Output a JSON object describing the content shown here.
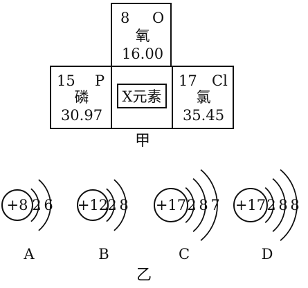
{
  "periodic_table": {
    "oxygen": {
      "number": "8",
      "symbol": "O",
      "name": "氧",
      "mass": "16.00"
    },
    "phosphorus": {
      "number": "15",
      "symbol": "P",
      "name": "磷",
      "mass": "30.97"
    },
    "center": {
      "label": "X元素"
    },
    "chlorine": {
      "number": "17",
      "symbol": "Cl",
      "name": "氯",
      "mass": "35.45"
    },
    "caption": "甲"
  },
  "atoms": [
    {
      "letter": "A",
      "nucleus": "+8",
      "shells": [
        "2",
        "6"
      ]
    },
    {
      "letter": "B",
      "nucleus": "+12",
      "shells": [
        "2",
        "8"
      ]
    },
    {
      "letter": "C",
      "nucleus": "+17",
      "shells": [
        "2",
        "8",
        "7"
      ]
    },
    {
      "letter": "D",
      "nucleus": "+17",
      "shells": [
        "2",
        "8",
        "8"
      ]
    }
  ],
  "caption2": "乙"
}
